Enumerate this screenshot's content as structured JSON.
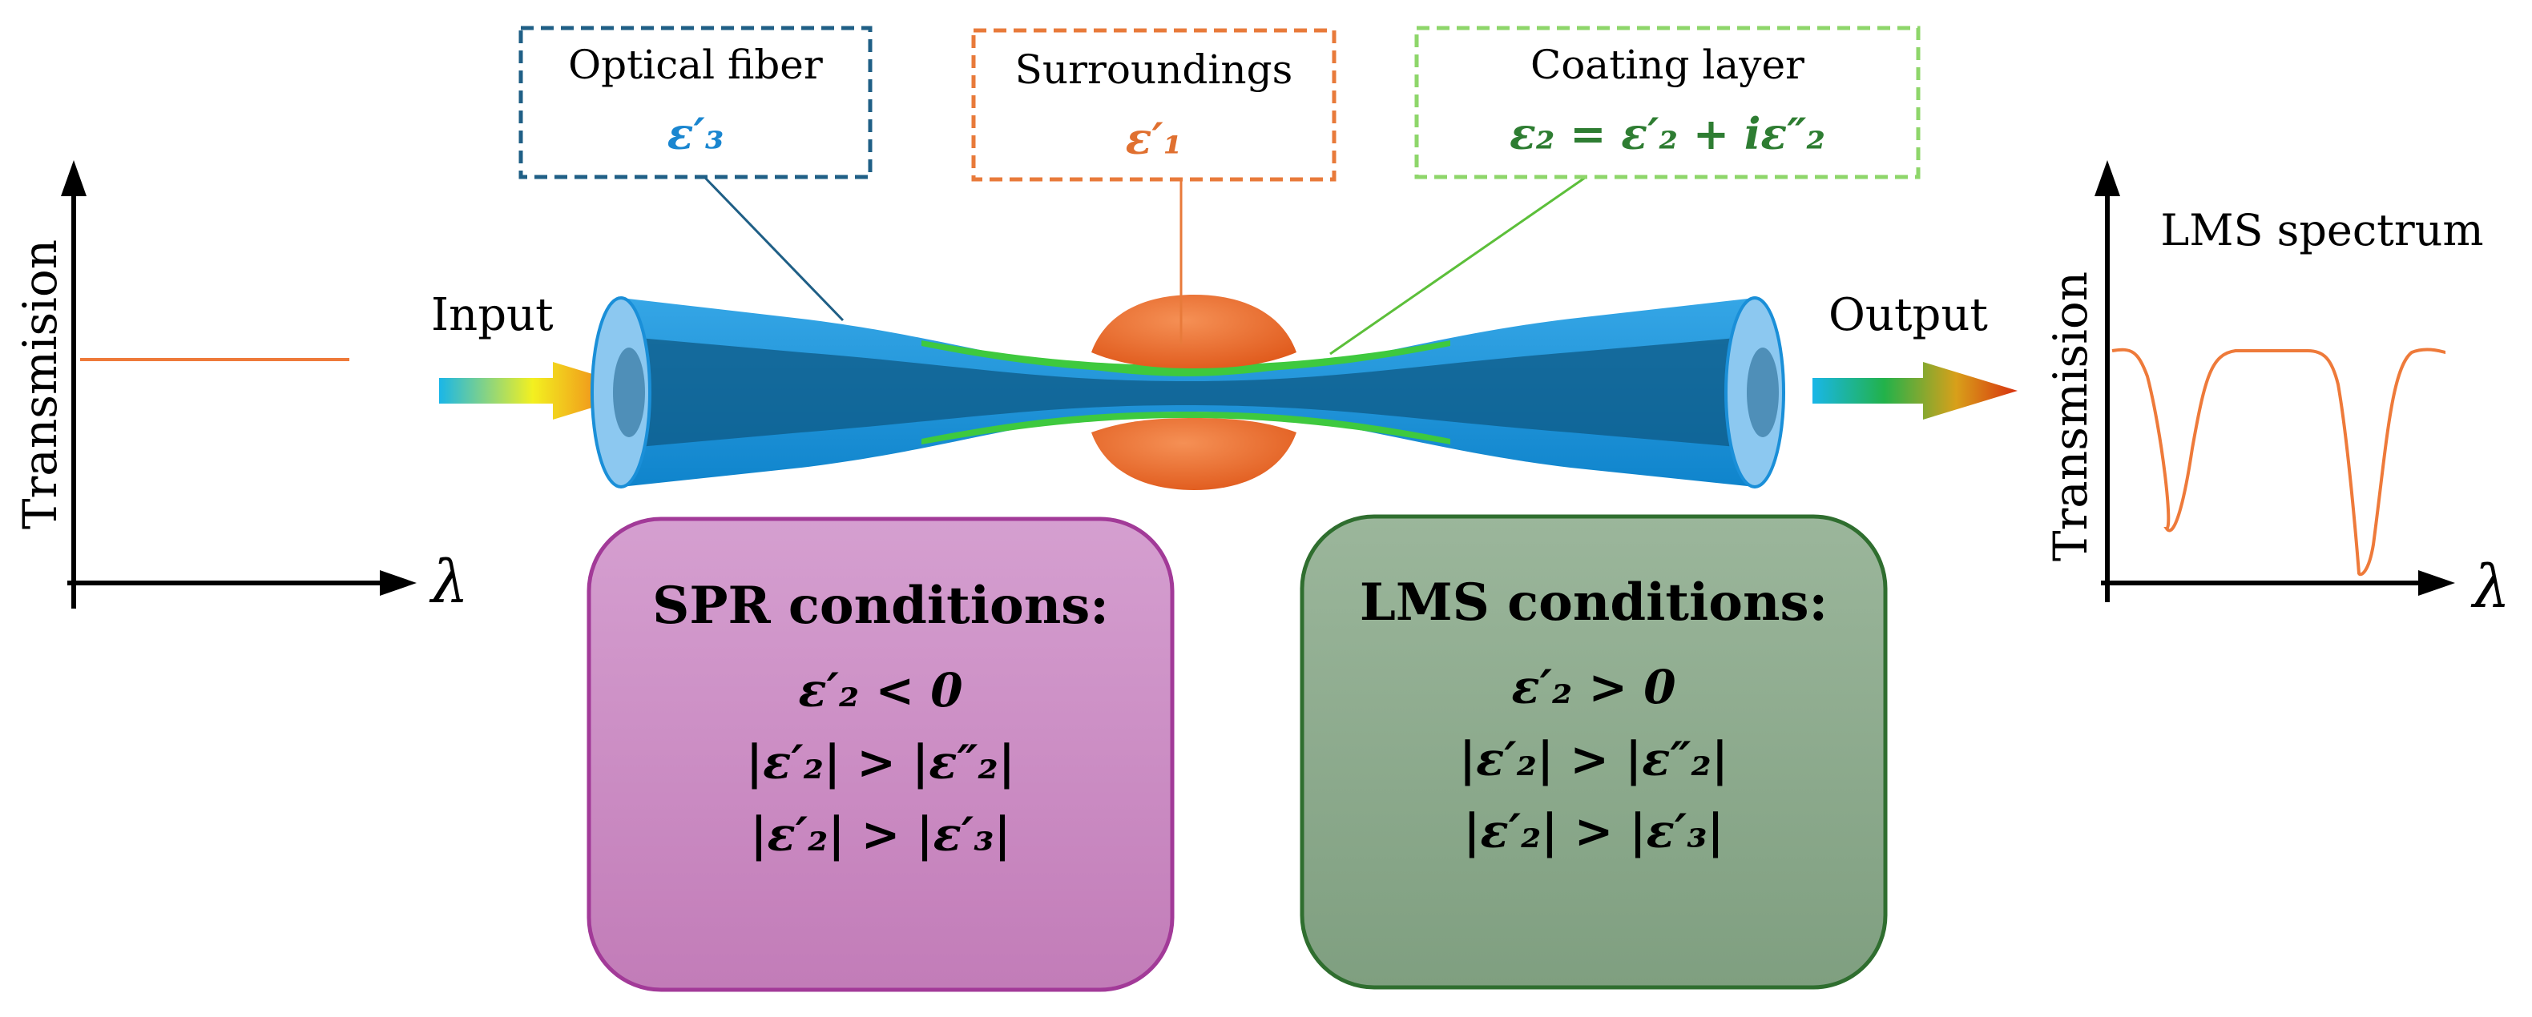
{
  "colors": {
    "fiber_blue": "#1a8fd8",
    "fiber_light": "#8cc8f0",
    "fiber_core": "#0d5a86",
    "surroundings_orange": "#e86a28",
    "coating_green": "#3ec93e",
    "label_fiber_border": "#1f5f86",
    "label_surr_border": "#e87a3a",
    "label_coat_border": "#8ed66a",
    "eps3_text": "#1a86d0",
    "eps1_text": "#e07030",
    "eps2_text": "#2e7d32",
    "spr_box": "#c98bc3",
    "spr_border": "#a23a98",
    "lms_box": "#8fae8f",
    "lms_border": "#2f6e2f",
    "spectrum_line": "#ee7a3a"
  },
  "left_plot": {
    "ylabel": "Transmision",
    "xlabel": "λ",
    "input_label": "Input"
  },
  "right_plot": {
    "ylabel": "Transmision",
    "xlabel": "λ",
    "title": "LMS spectrum",
    "output_label": "Output"
  },
  "labels": {
    "fiber": {
      "title": "Optical fiber",
      "eps": "ε′₃"
    },
    "surroundings": {
      "title": "Surroundings",
      "eps": "ε′₁"
    },
    "coating": {
      "title": "Coating layer",
      "eps": "ε₂ = ε′₂ + iε″₂"
    }
  },
  "spr_box": {
    "title": "SPR conditions:",
    "lines": [
      "ε′₂ <  0",
      "|ε′₂| >  |ε″₂|",
      "|ε′₂| >  |ε′₃|"
    ]
  },
  "lms_box": {
    "title": "LMS conditions:",
    "lines": [
      "ε′₂ >  0",
      "|ε′₂| >  |ε″₂|",
      "|ε′₂| >  |ε′₃|"
    ]
  }
}
